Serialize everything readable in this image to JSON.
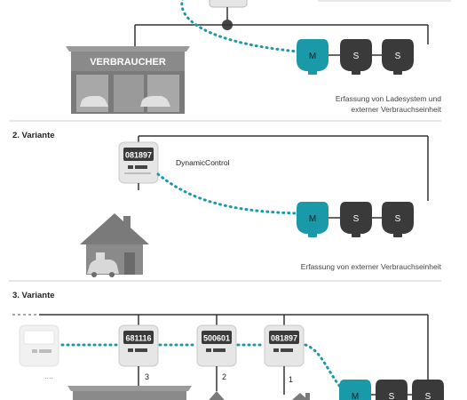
{
  "variant1": {
    "building_sign": "VERBRAUCHER",
    "caption_line1": "Erfassung von Ladesystem und",
    "caption_line2": "externer Verbrauchseinheit",
    "charger_main": "M",
    "charger_slaves": [
      "S",
      "S"
    ]
  },
  "variant2": {
    "heading": "2. Variante",
    "meter_display": "081897",
    "meter_label": "DynamicControl",
    "caption": "Erfassung von externer Verbrauchseinheit",
    "charger_main": "M",
    "charger_slaves": [
      "S",
      "S"
    ]
  },
  "variant3": {
    "heading": "3. Variante",
    "meters": [
      "681116",
      "500601",
      "081897"
    ],
    "branch_numbers": [
      "3",
      "2",
      "1"
    ],
    "ellipsis": "....",
    "charger_main": "M",
    "charger_slaves": [
      "S",
      "S"
    ]
  },
  "colors": {
    "teal": "#1a9aa8",
    "charger_dark": "#3a3a3a",
    "line": "#333333",
    "building": "#7a7a7a",
    "meter_body": "#e6e6e6",
    "divider": "#cccccc"
  }
}
